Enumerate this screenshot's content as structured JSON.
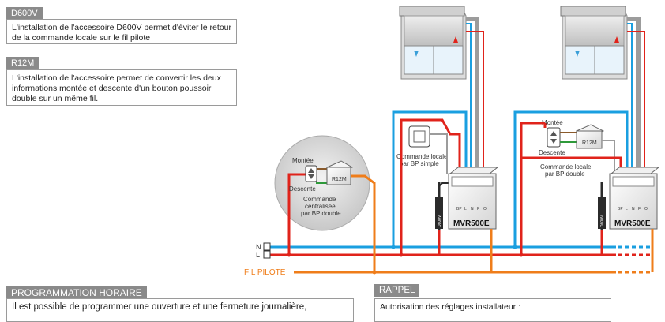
{
  "d600v": {
    "title": "D600V",
    "text": "L'installation de l'accessoire D600V permet d'éviter le retour de la commande locale sur le fil pilote"
  },
  "r12m": {
    "title": "R12M",
    "text": "L'installation de l'accessoire permet de convertir les deux informations montée et descente d'un bouton poussoir double sur un même fil."
  },
  "programmation": {
    "title": "PROGRAMMATION HORAIRE",
    "text": "Il est possible de programmer une ouverture et une fermeture journalière,"
  },
  "rappel": {
    "title": "RAPPEL",
    "text": "Autorisation des réglages installateur :"
  },
  "diagram": {
    "centralized": {
      "up_label": "Montée",
      "down_label": "Descente",
      "module_label": "R12M",
      "caption_1": "Commande",
      "caption_2": "centralisée",
      "caption_3": "par BP double"
    },
    "local_simple": {
      "caption_1": "Commande locale",
      "caption_2": "par BP simple"
    },
    "local_double": {
      "up_label": "Montée",
      "down_label": "Descente",
      "module_label": "R12M",
      "caption_1": "Commande locale",
      "caption_2": "par BP double"
    },
    "module_name": "MVR500E",
    "accessory_name": "D600V",
    "terminals": [
      "BP",
      "L",
      "N",
      "F",
      "O"
    ],
    "bus_N": "N",
    "bus_L": "L",
    "fil_pilote": "FIL PILOTE",
    "colors": {
      "neutral": "#1a9fe0",
      "phase": "#e0231b",
      "pilote": "#ef7d1a",
      "motor": "#9c9c9c",
      "green": "#2e9a3a",
      "brown": "#8a5a2b"
    }
  }
}
